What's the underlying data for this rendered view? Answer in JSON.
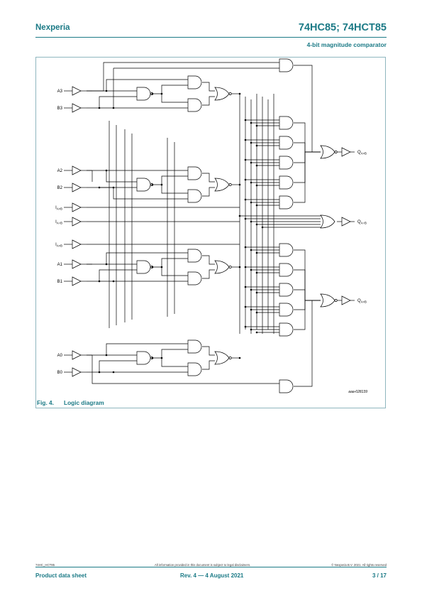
{
  "header": {
    "brand": "Nexperia",
    "title": "74HC85; 74HCT85",
    "subtitle": "4-bit magnitude comparator"
  },
  "figure": {
    "number": "Fig. 4.",
    "caption": "Logic diagram",
    "code": "aaa-028139",
    "inputs": [
      {
        "main": "A3",
        "sub": ""
      },
      {
        "main": "B3",
        "sub": ""
      },
      {
        "main": "A2",
        "sub": ""
      },
      {
        "main": "B2",
        "sub": ""
      },
      {
        "main": "I",
        "sub": "A>B"
      },
      {
        "main": "I",
        "sub": "A=B"
      },
      {
        "main": "I",
        "sub": "A<B"
      },
      {
        "main": "A1",
        "sub": ""
      },
      {
        "main": "B1",
        "sub": ""
      },
      {
        "main": "A0",
        "sub": ""
      },
      {
        "main": "B0",
        "sub": ""
      }
    ],
    "outputs": [
      {
        "main": "Q",
        "sub": "A>B"
      },
      {
        "main": "Q",
        "sub": "A=B"
      },
      {
        "main": "Q",
        "sub": "A<B"
      }
    ]
  },
  "footer": {
    "doc_id": "74HC_HCT85",
    "disclaimer": "All information provided in this document is subject to legal disclaimers.",
    "copyright": "© Nexperia B.V. 2021. All rights reserved",
    "doc_type": "Product data sheet",
    "revision": "Rev. 4 — 4 August 2021",
    "page": "3 / 17"
  }
}
